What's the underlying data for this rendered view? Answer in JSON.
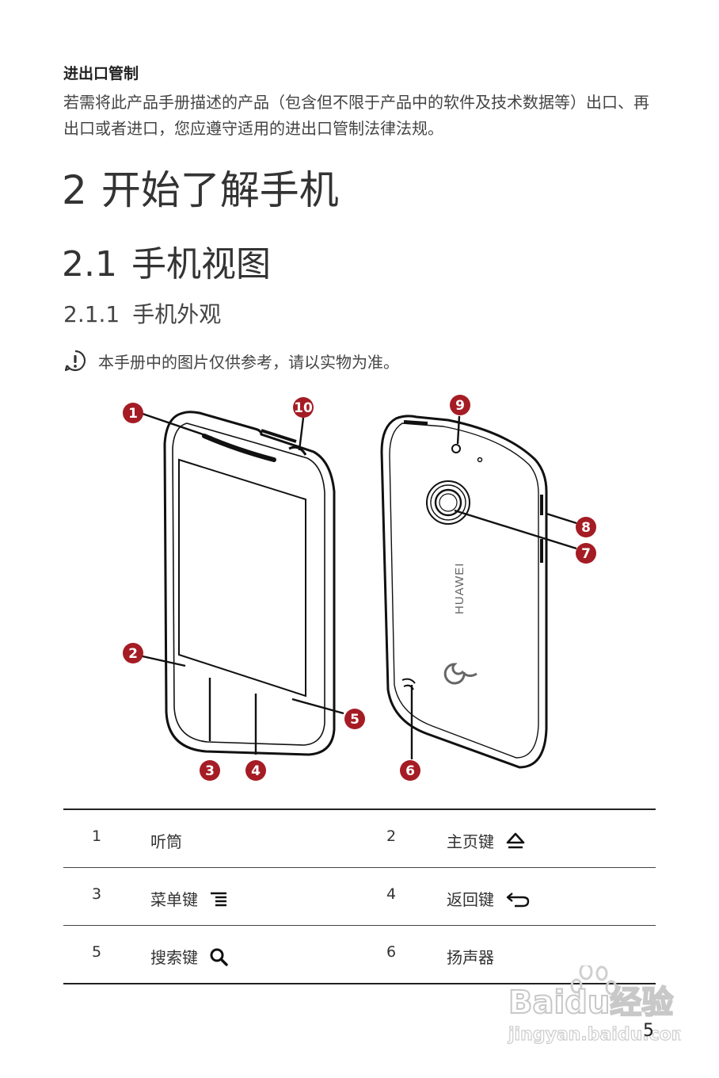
{
  "export_section": {
    "heading": "进出口管制",
    "paragraph": "若需将此产品手册描述的产品（包含但不限于产品中的软件及技术数据等）出口、再出口或者进口，您应遵守适用的进出口管制法律法规。"
  },
  "chapter": {
    "number": "2",
    "title": "开始了解手机"
  },
  "section": {
    "number": "2.1",
    "title": "手机视图"
  },
  "subsection": {
    "number": "2.1.1",
    "title": "手机外观"
  },
  "note": {
    "icon": "exclamation-circle-icon",
    "text": "本手册中的图片仅供参考，请以实物为准。"
  },
  "figure": {
    "brand_text": "HUAWEI",
    "callouts": [
      "1",
      "2",
      "3",
      "4",
      "5",
      "6",
      "7",
      "8",
      "9",
      "10"
    ],
    "badge_color": "#a51c24"
  },
  "parts_table": {
    "rows": [
      {
        "left": {
          "num": "1",
          "label": "听筒",
          "icon": ""
        },
        "right": {
          "num": "2",
          "label": "主页键",
          "icon": "home-icon"
        }
      },
      {
        "left": {
          "num": "3",
          "label": "菜单键",
          "icon": "menu-icon"
        },
        "right": {
          "num": "4",
          "label": "返回键",
          "icon": "back-icon"
        }
      },
      {
        "left": {
          "num": "5",
          "label": "搜索键",
          "icon": "search-icon"
        },
        "right": {
          "num": "6",
          "label": "扬声器",
          "icon": ""
        }
      }
    ]
  },
  "watermark": {
    "brand": "Baidu经验",
    "url": "jingyan.baidu.com"
  },
  "page_number": "5"
}
